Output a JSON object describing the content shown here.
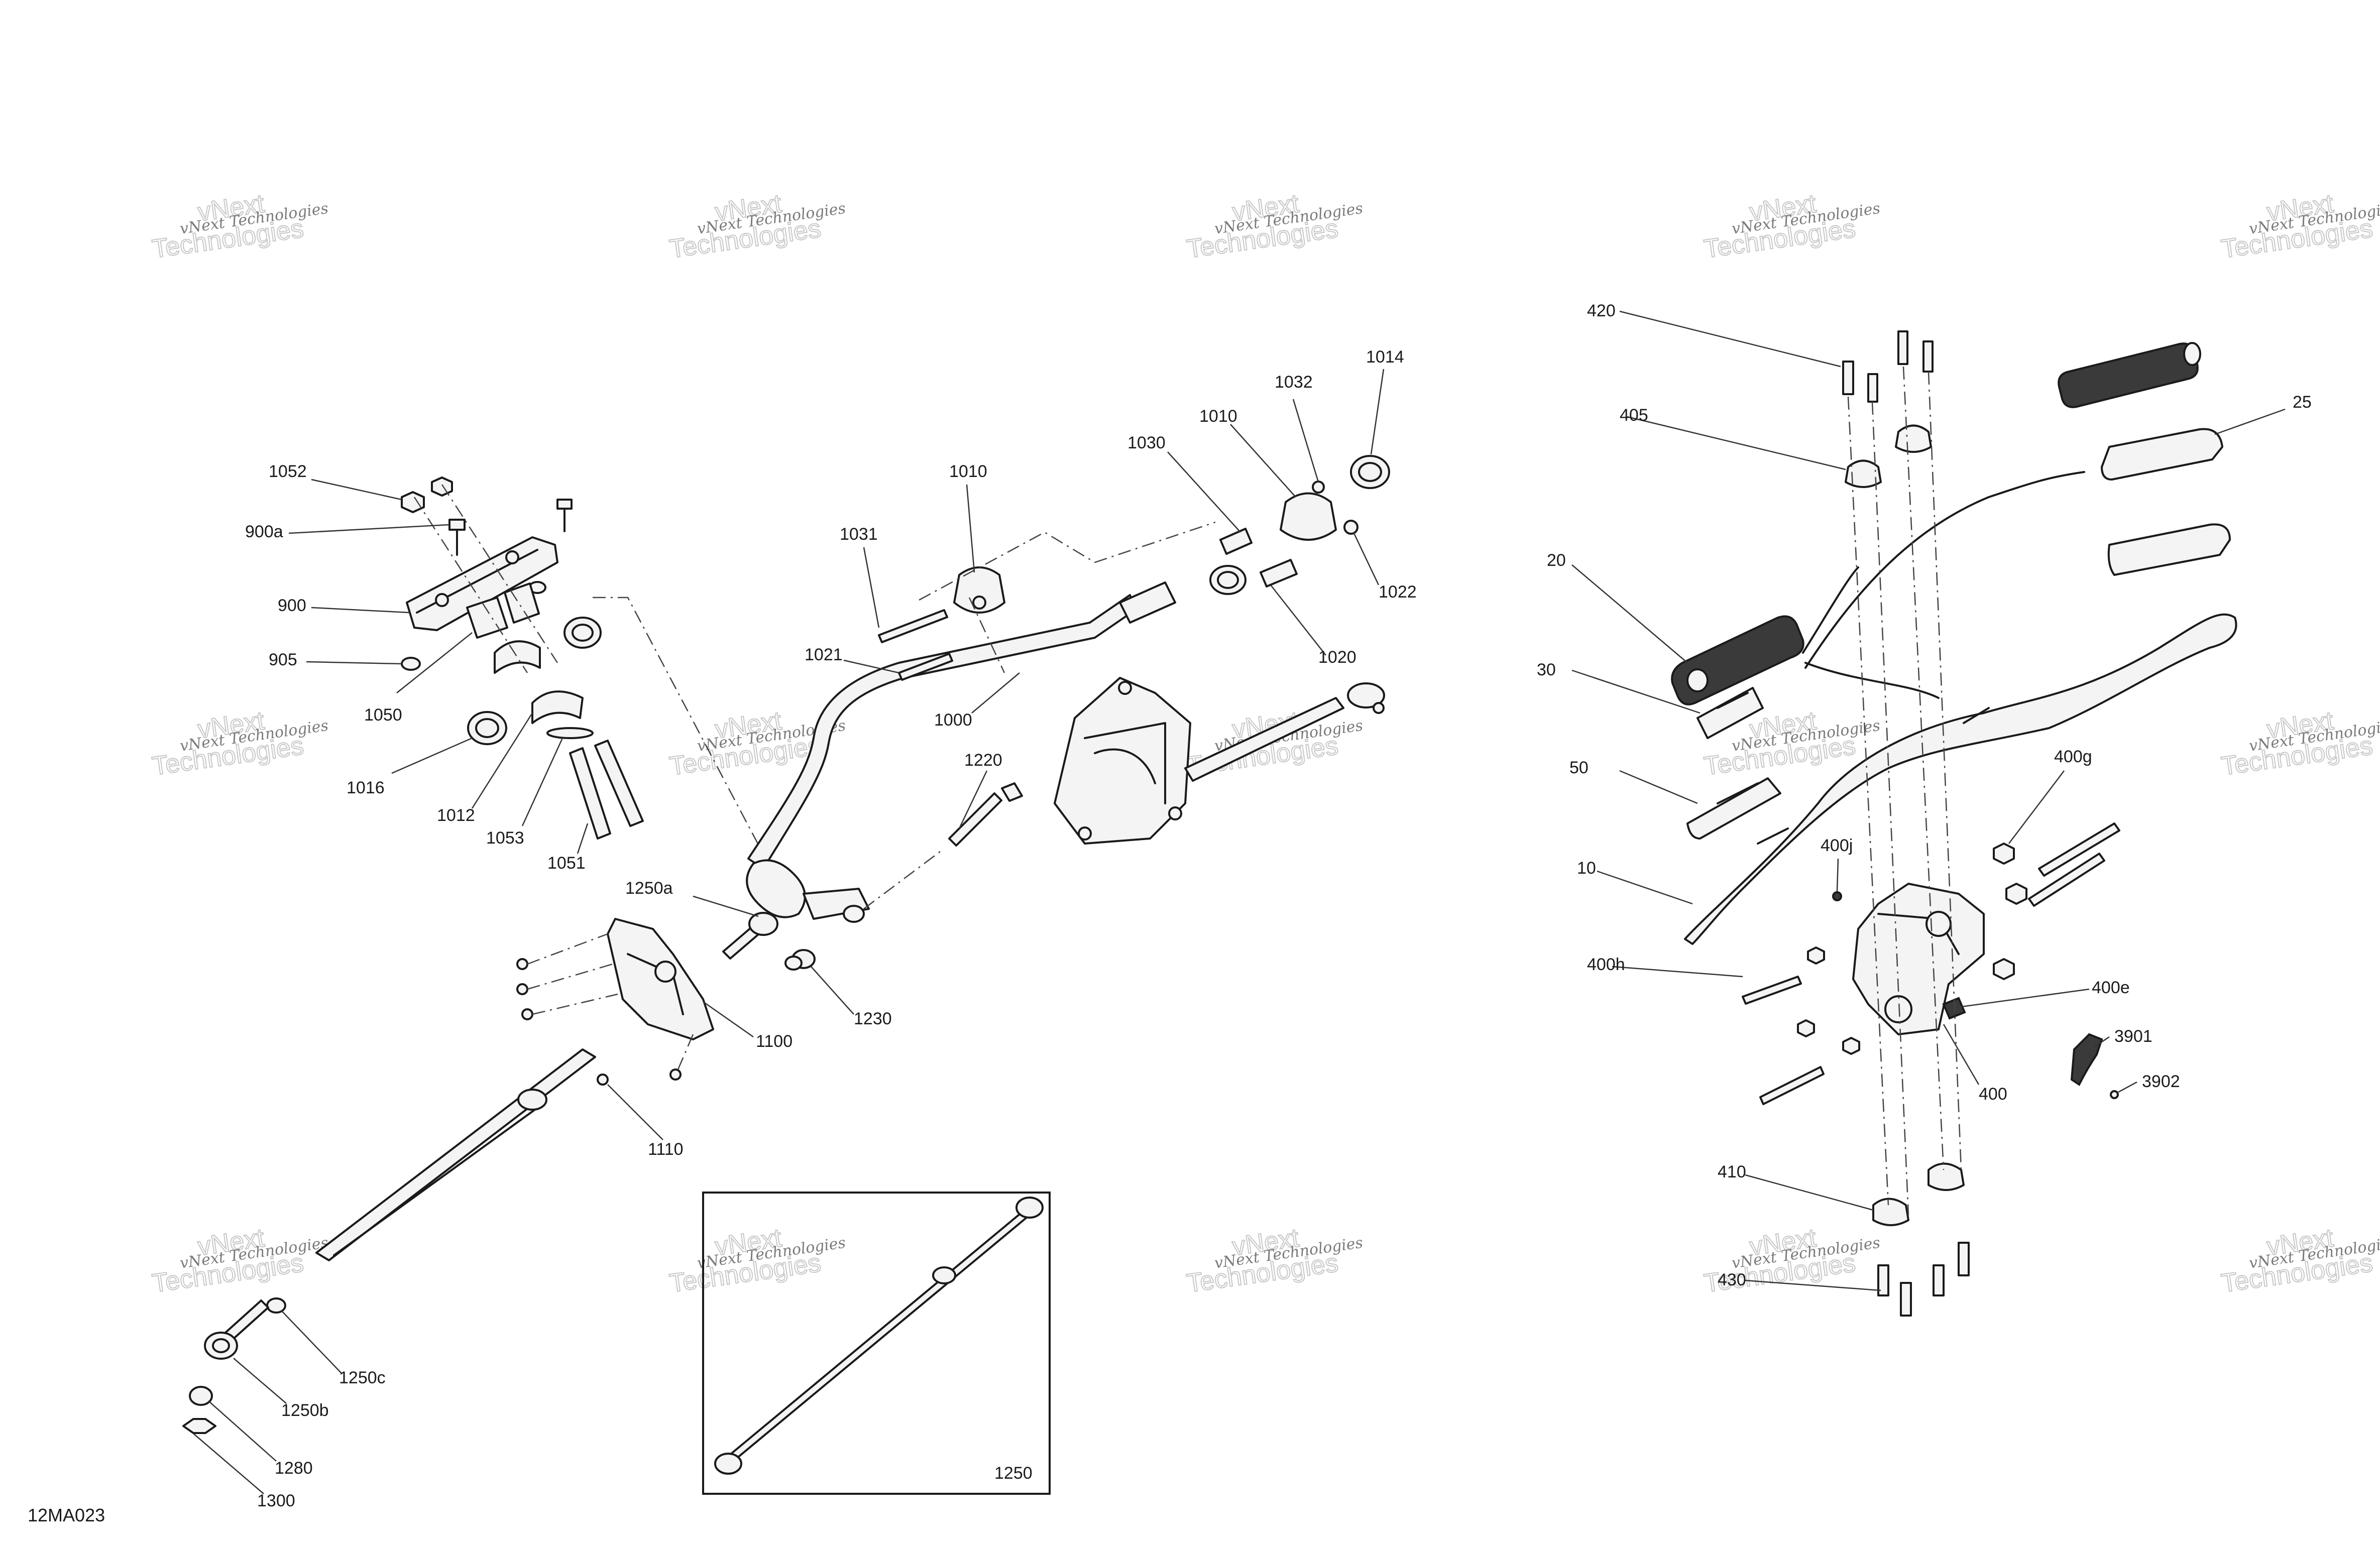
{
  "diagram": {
    "figure_code": "12MA023",
    "watermark": {
      "line1": "vNext Technologies",
      "line2": "vNext",
      "line3": "Technologies"
    },
    "inset_label": "1250",
    "callouts": [
      "1052",
      "900a",
      "900",
      "905",
      "1050",
      "1016",
      "1012",
      "1053",
      "1051",
      "1031",
      "1010",
      "1021",
      "1000",
      "1030",
      "1010",
      "1032",
      "1014",
      "1022",
      "1020",
      "1220",
      "1250a",
      "1230",
      "1100",
      "1110",
      "1250c",
      "1250b",
      "1280",
      "1300",
      "420",
      "405",
      "25",
      "20",
      "30",
      "50",
      "10",
      "400g",
      "400j",
      "400h",
      "400e",
      "3901",
      "3902",
      "400",
      "410",
      "430"
    ]
  }
}
